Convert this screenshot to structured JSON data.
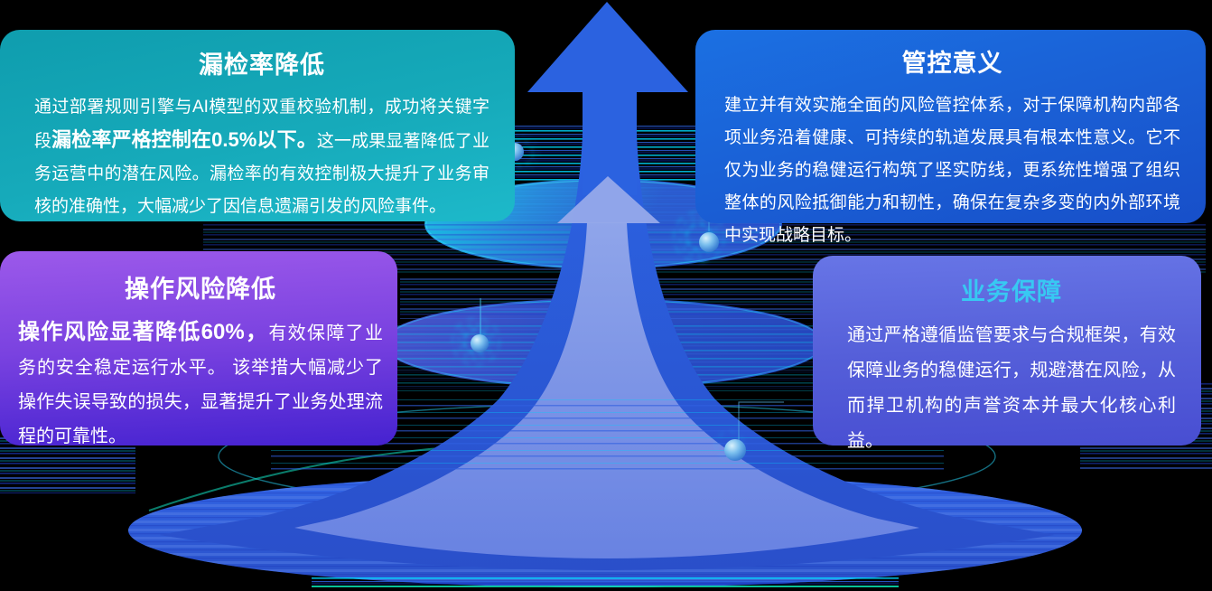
{
  "cards": {
    "miss_rate": {
      "title": "漏检率降低",
      "body_p1": "通过部署规则引擎与AI模型的双重校验机制，成功将关键字段",
      "body_highlight": "漏检率严格控制在0.5%以下。",
      "body_p2": "这一成果显著降低了业务运营中的潜在风险。漏检率的有效控制极大提升了业务审核的准确性，大幅减少了因信息遗漏引发的风险事件。"
    },
    "control_meaning": {
      "title": "管控意义",
      "body": "建立并有效实施全面的风险管控体系，对于保障机构内部各项业务沿着健康、可持续的轨道发展具有根本性意义。它不仅为业务的稳健运行构筑了坚实防线，更系统性增强了组织整体的风险抵御能力和韧性，确保在复杂多变的内外部环境中实现战略目标。"
    },
    "operation_risk": {
      "title": "操作风险降低",
      "body_highlight": "操作风险显著降低60%，",
      "body": "有效保障了业务的安全稳定运行水平。 该举措大幅减少了操作失误导致的损失，显著提升了业务处理流程的可靠性。"
    },
    "business_guarantee": {
      "title": "业务保障",
      "body": "通过严格遵循监管要求与合规框架，有效保障业务的稳健运行，规避潜在风险，从而捍卫机构的声誉资本并最大化核心利益。"
    }
  },
  "palette": {
    "card_teal": "#16aaba",
    "card_blue": "#1a5ed4",
    "card_purple": "#7a42e0",
    "card_indigo": "#555fd9",
    "accent_cyan_title": "#38c8f2",
    "arrow_blue": "#2b61de",
    "arrow_light": "#96a9ea",
    "scanline_cyan": "#00d9ff",
    "base_disk_blue": "#3162e0"
  }
}
